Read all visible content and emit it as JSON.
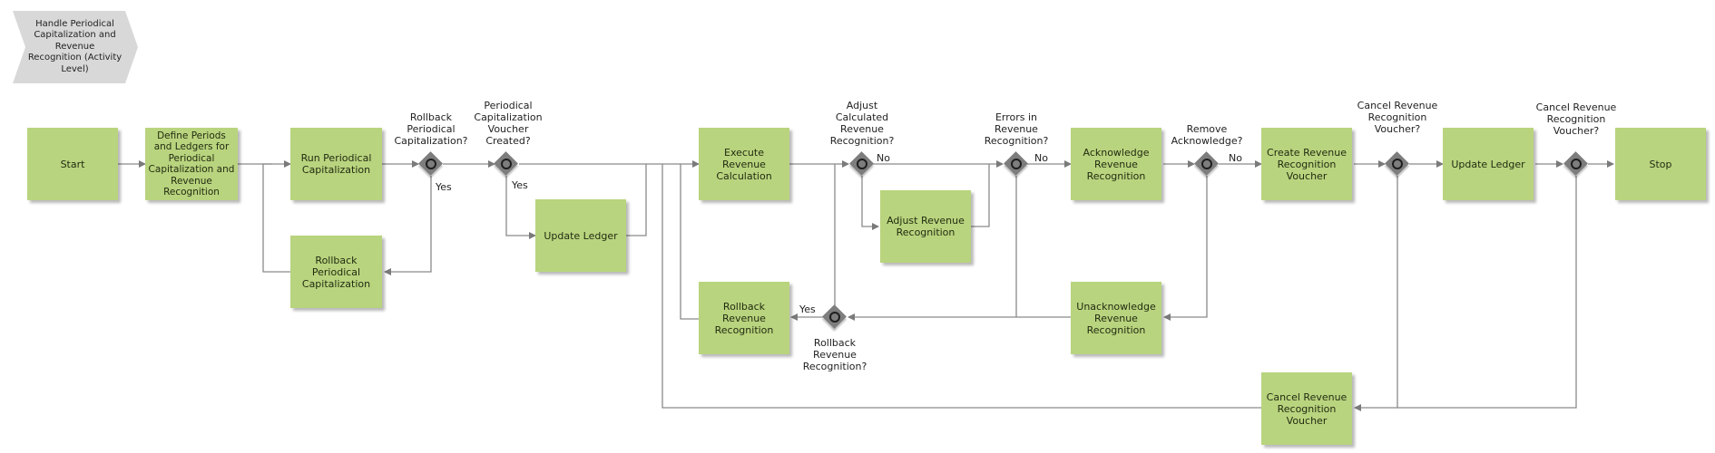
{
  "title": "Handle Periodical Capitalization and Revenue Recognition (Activity Level)",
  "colors": {
    "activity": "#b9d47e",
    "gateway": "#7d7d7d",
    "connector": "#8a8a8a",
    "title_shape": "#d8d8d8"
  },
  "activities": {
    "start": "Start",
    "define_periods": "Define Periods and Ledgers for Periodical Capitalization and Revenue Recognition",
    "run_capitalization": "Run Periodical Capitalization",
    "rollback_capitalization": "Rollback Periodical Capitalization",
    "update_ledger_1": "Update Ledger",
    "execute_calc": "Execute Revenue Calculation",
    "adjust_recognition": "Adjust Revenue Recognition",
    "rollback_recognition": "Rollback Revenue Recognition",
    "acknowledge": "Acknowledge Revenue Recognition",
    "unacknowledge": "Unacknowledge Revenue Recognition",
    "create_voucher": "Create Revenue Recognition Voucher",
    "cancel_voucher": "Cancel Revenue Recognition Voucher",
    "update_ledger_2": "Update Ledger",
    "stop": "Stop"
  },
  "gateways": {
    "rollback_cap_q": "Rollback Periodical Capitalization?",
    "voucher_created_q": "Periodical Capitalization Voucher Created?",
    "adjust_calc_q": "Adjust Calculated Revenue Recognition?",
    "errors_q": "Errors in Revenue Recognition?",
    "rollback_rec_q": "Rollback Revenue Recognition?",
    "remove_ack_q": "Remove Acknowledge?",
    "cancel_voucher_q1": "Cancel Revenue Recognition Voucher?",
    "cancel_voucher_q2": "Cancel Revenue Recognition Voucher?"
  },
  "edge_labels": {
    "yes": "Yes",
    "no": "No"
  }
}
